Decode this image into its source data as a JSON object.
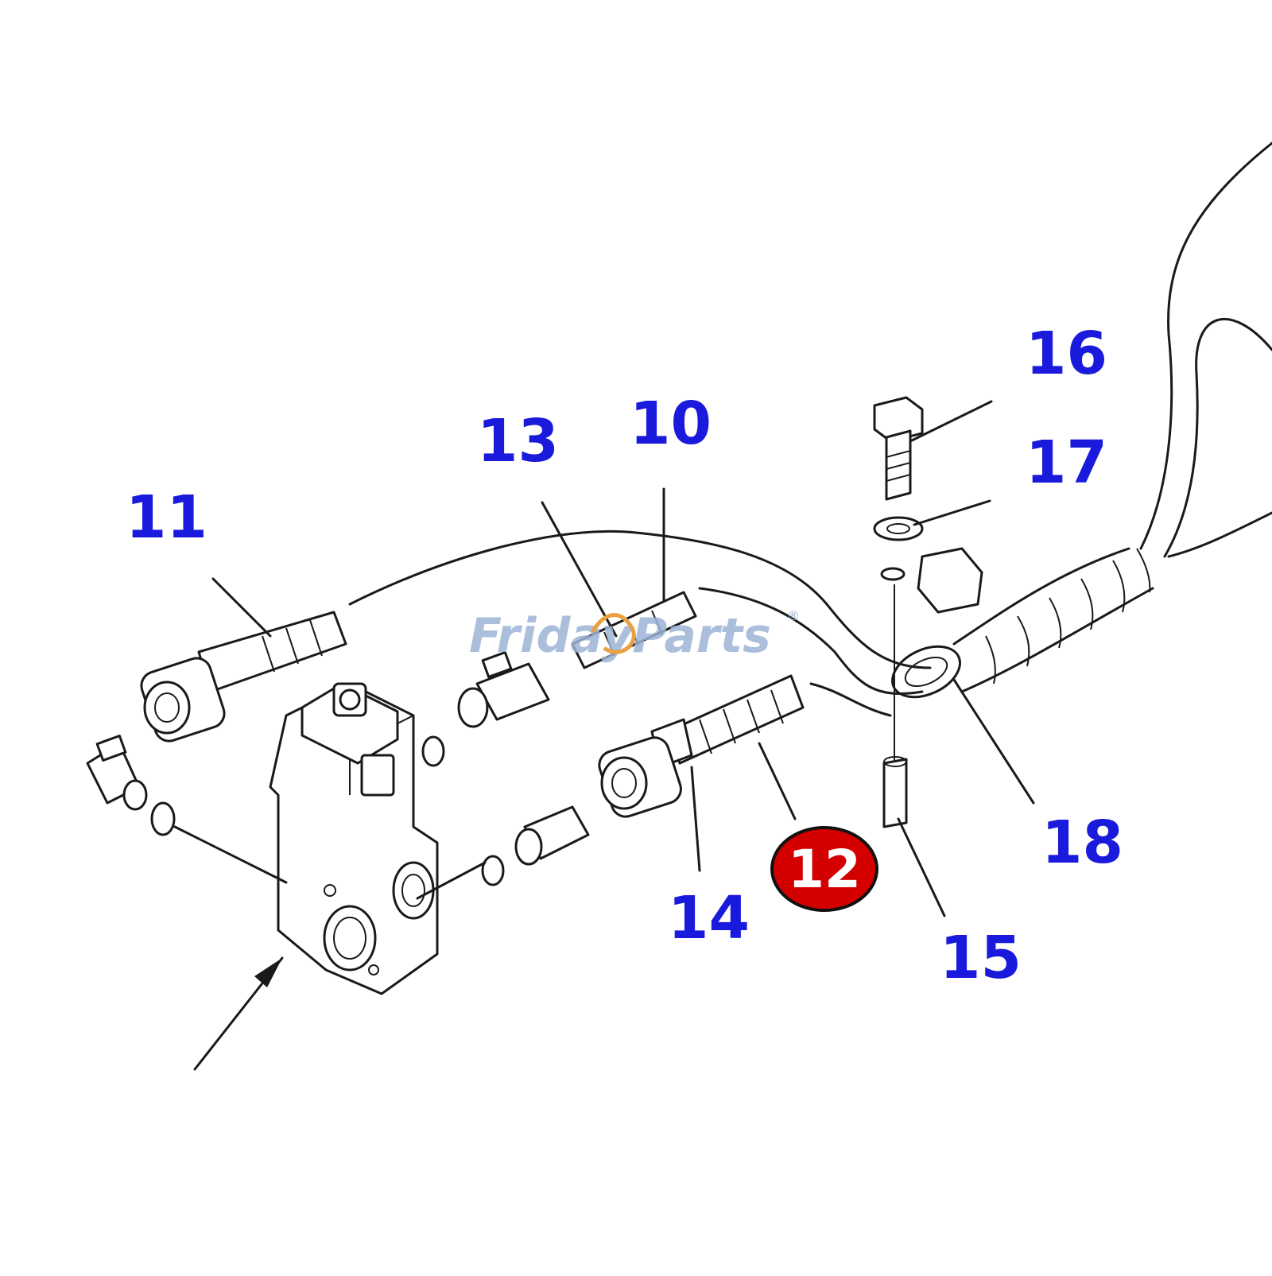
{
  "diagram": {
    "watermark": {
      "text": "FridayParts",
      "color": "#9db4d6",
      "accent_color": "#e8a040",
      "registered_mark": "®"
    },
    "callouts": {
      "c10": "10",
      "c11": "11",
      "c12": "12",
      "c13": "13",
      "c14": "14",
      "c15": "15",
      "c16": "16",
      "c17": "17",
      "c18": "18"
    },
    "highlighted_callout": "12",
    "colors": {
      "callout_text": "#1a1adc",
      "highlight_fill": "#d40000",
      "line_art": "#1a1a1a"
    }
  }
}
